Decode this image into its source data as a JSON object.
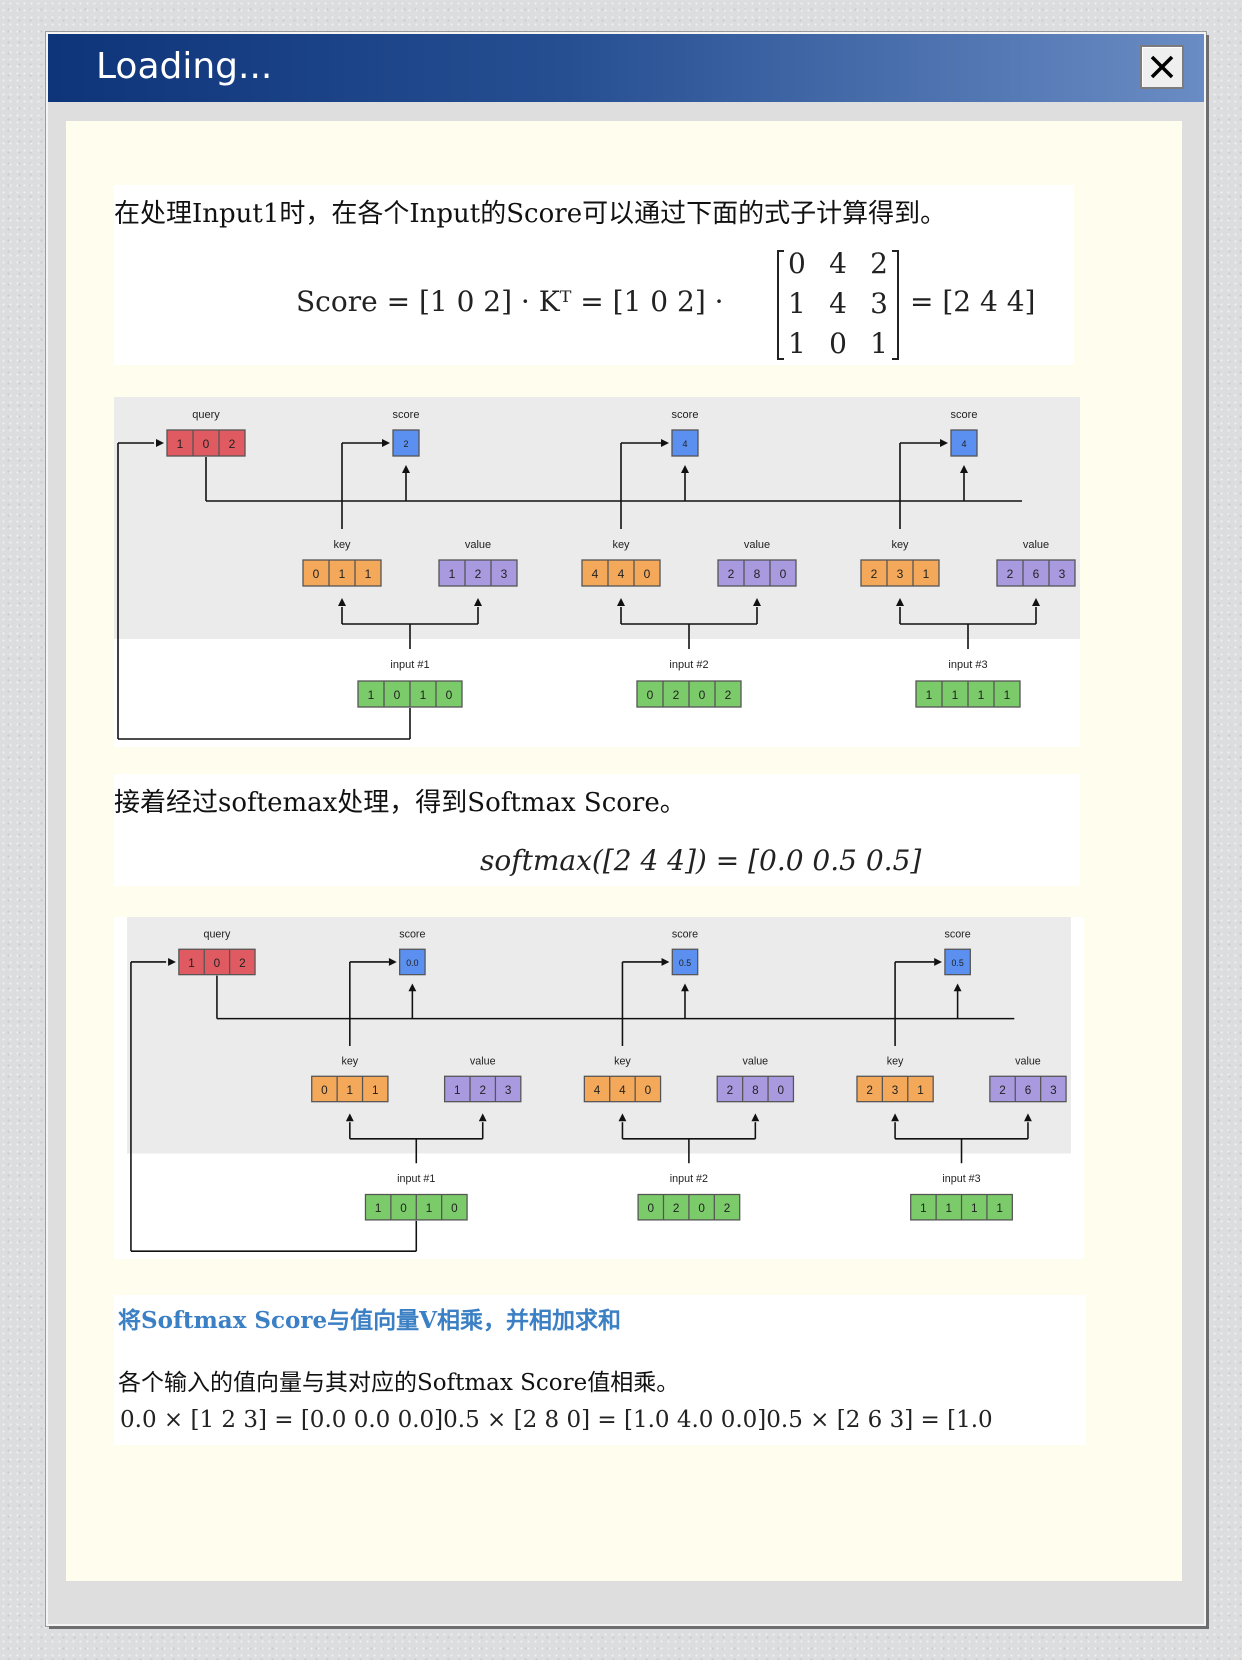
{
  "window": {
    "title": "Loading..."
  },
  "content": {
    "p1": "在处理Input1时，在各个Input的Score可以通过下面的式子计算得到。",
    "eq1": {
      "lhs": "Score = [1   0   2] · Kᵀ = [1   0   2] ·",
      "matrix": [
        [
          "0",
          "4",
          "2"
        ],
        [
          "1",
          "4",
          "3"
        ],
        [
          "1",
          "0",
          "1"
        ]
      ],
      "rhs": "= [2   4   4]"
    },
    "p2": "接着经过softemax处理，得到Softmax Score。",
    "eq2": "softmax([2   4   4]) = [0.0   0.5   0.5]",
    "heading": "将Softmax Score与值向量V相乘，并相加求和",
    "p3": "各个输入的值向量与其对应的Softmax Score值相乘。",
    "eq3": "0.0 × [1   2   3] = [0.0   0.0   0.0]0.5 × [2   8   0] = [1.0   4.0   0.0]0.5 × [2   6   3] = [1.0"
  },
  "diagram_labels": {
    "query": "query",
    "score": "score",
    "key": "key",
    "value": "value"
  },
  "query": [
    "1",
    "0",
    "2"
  ],
  "inputs": [
    {
      "label": "input #1",
      "cells": [
        "1",
        "0",
        "1",
        "0"
      ],
      "key": [
        "0",
        "1",
        "1"
      ],
      "value": [
        "1",
        "2",
        "3"
      ]
    },
    {
      "label": "input #2",
      "cells": [
        "0",
        "2",
        "0",
        "2"
      ],
      "key": [
        "4",
        "4",
        "0"
      ],
      "value": [
        "2",
        "8",
        "0"
      ]
    },
    {
      "label": "input #3",
      "cells": [
        "1",
        "1",
        "1",
        "1"
      ],
      "key": [
        "2",
        "3",
        "1"
      ],
      "value": [
        "2",
        "6",
        "3"
      ]
    }
  ],
  "figure1_scores": [
    "2",
    "4",
    "4"
  ],
  "figure2_scores": [
    "0.0",
    "0.5",
    "0.5"
  ],
  "colors": {
    "query": "#e05b61",
    "score": "#5b8ff0",
    "key": "#f4a85a",
    "value": "#a99ae0",
    "input": "#7ccb6a",
    "heading": "#3b7fc4"
  }
}
